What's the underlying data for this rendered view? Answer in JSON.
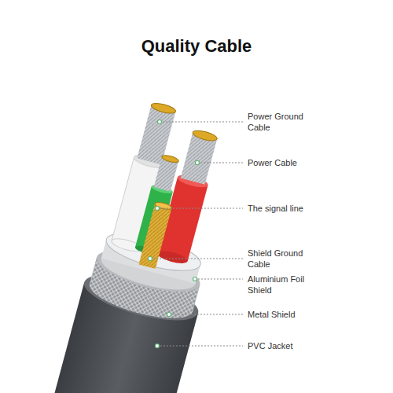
{
  "diagram": {
    "title": "Quality Cable",
    "labels": [
      "Power Ground Cable",
      "Power Cable",
      "The signal line",
      "Shield Ground Cable",
      "Aluminium Foil Shield",
      "Metal Shield",
      "PVC Jacket"
    ]
  }
}
